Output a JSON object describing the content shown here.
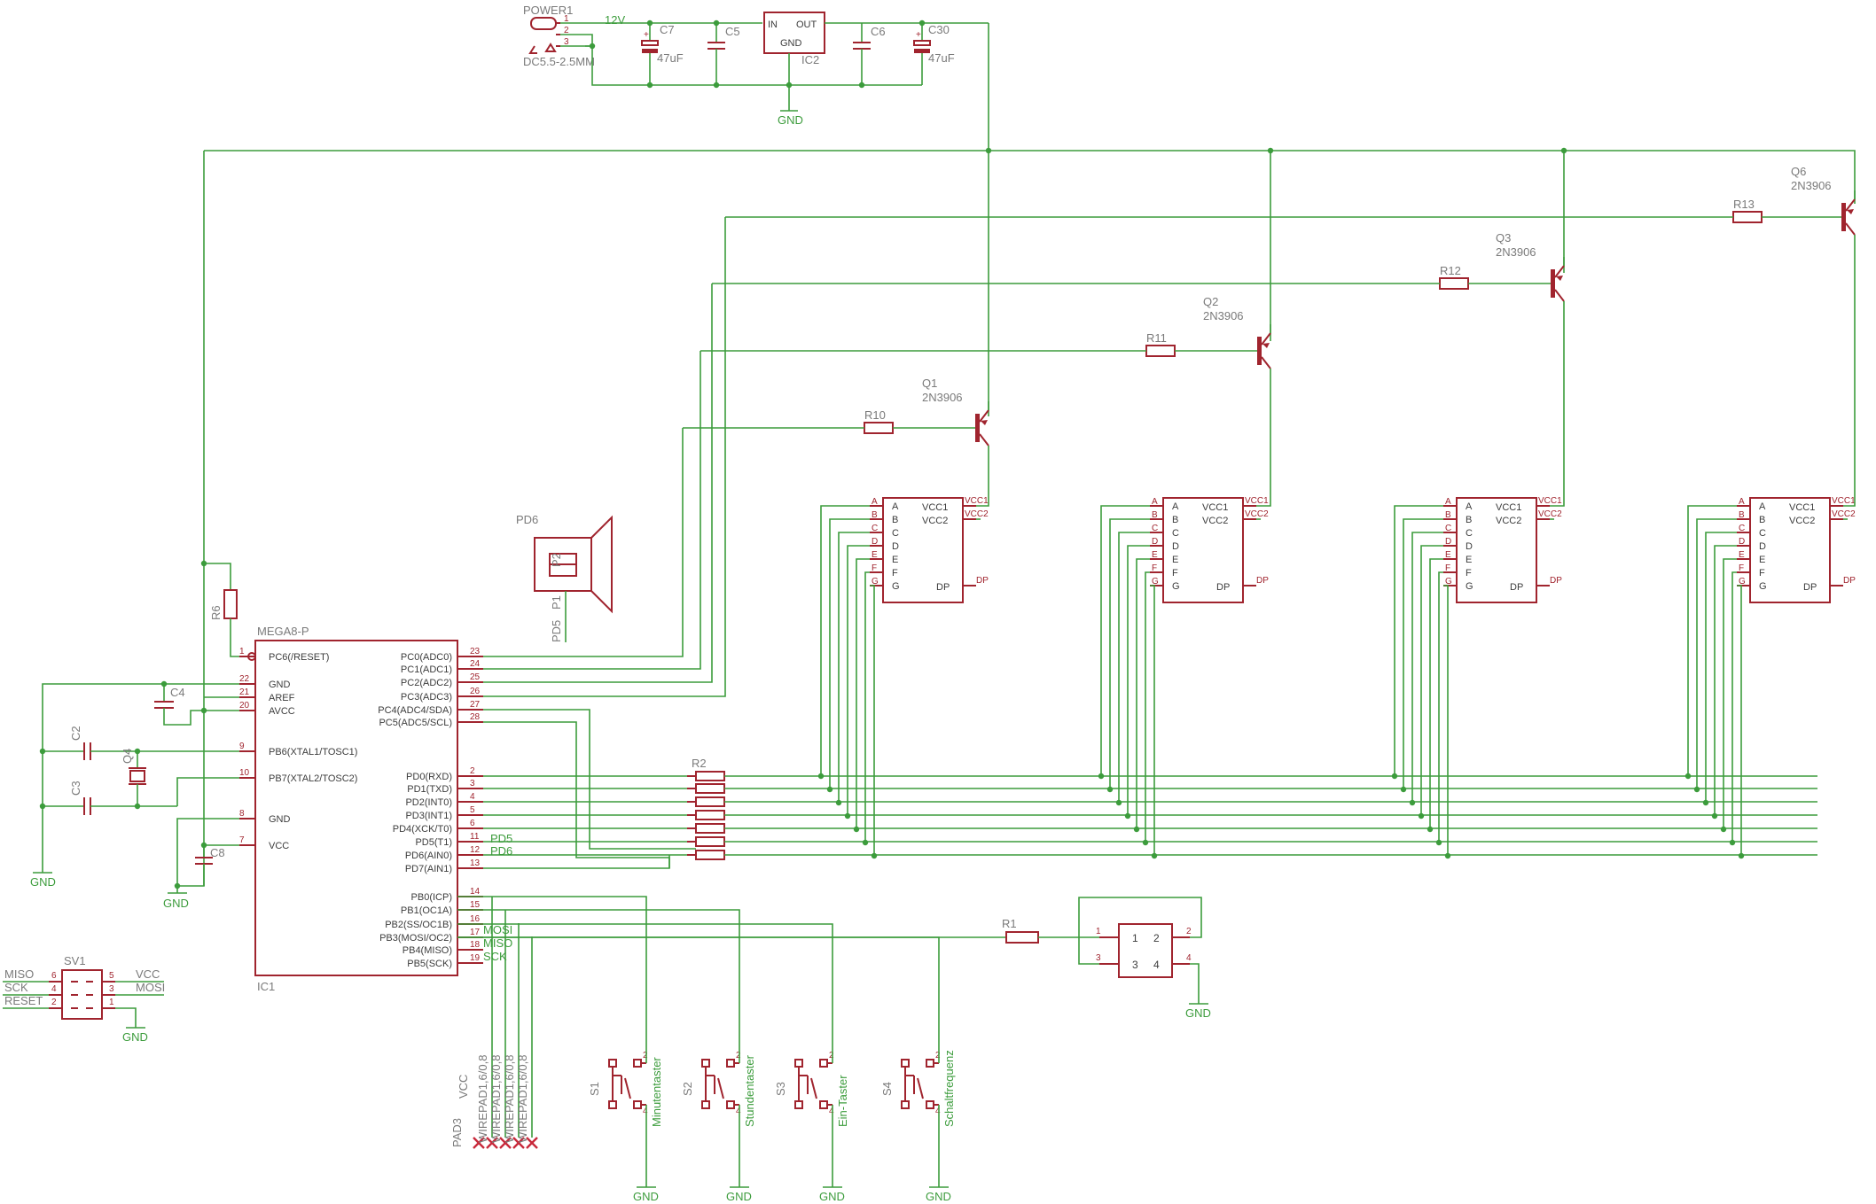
{
  "power": {
    "name": "POWER1",
    "value": "DC5.5-2.5MM",
    "voltage": "12V",
    "pins": [
      "1",
      "2",
      "3"
    ]
  },
  "regulator": {
    "name": "IC2",
    "pin_in": "IN",
    "pin_out": "OUT",
    "pin_gnd": "GND"
  },
  "caps": {
    "c7": "C7",
    "c7v": "47uF",
    "c5": "C5",
    "c6": "C6",
    "c30": "C30",
    "c30v": "47uF",
    "c4": "C4",
    "c2": "C2",
    "c3": "C3",
    "c8": "C8"
  },
  "gnd": "GND",
  "vcc": "VCC",
  "quartz": "Q4",
  "r6": "R6",
  "speaker": {
    "name": "PD6",
    "pd5": "PD5",
    "p1": "P1",
    "p2": "P2"
  },
  "transistors": [
    {
      "name": "Q1",
      "type": "2N3906",
      "r": "R10"
    },
    {
      "name": "Q2",
      "type": "2N3906",
      "r": "R11"
    },
    {
      "name": "Q3",
      "type": "2N3906",
      "r": "R12"
    },
    {
      "name": "Q6",
      "type": "2N3906",
      "r": "R13"
    }
  ],
  "display": {
    "left_pins": [
      "A",
      "B",
      "C",
      "D",
      "E",
      "F",
      "G"
    ],
    "vcc1": "VCC1",
    "vcc2": "VCC2",
    "dp": "DP"
  },
  "mcu": {
    "name": "IC1",
    "value": "MEGA8-P",
    "left_pins": [
      {
        "num": "1",
        "name": "PC6(/RESET)"
      },
      {
        "num": "22",
        "name": "GND"
      },
      {
        "num": "21",
        "name": "AREF"
      },
      {
        "num": "20",
        "name": "AVCC"
      },
      {
        "num": "9",
        "name": "PB6(XTAL1/TOSC1)"
      },
      {
        "num": "10",
        "name": "PB7(XTAL2/TOSC2)"
      },
      {
        "num": "8",
        "name": "GND"
      },
      {
        "num": "7",
        "name": "VCC"
      }
    ],
    "right_pins": [
      {
        "num": "23",
        "name": "PC0(ADC0)"
      },
      {
        "num": "24",
        "name": "PC1(ADC1)"
      },
      {
        "num": "25",
        "name": "PC2(ADC2)"
      },
      {
        "num": "26",
        "name": "PC3(ADC3)"
      },
      {
        "num": "27",
        "name": "PC4(ADC4/SDA)"
      },
      {
        "num": "28",
        "name": "PC5(ADC5/SCL)"
      },
      {
        "num": "2",
        "name": "PD0(RXD)"
      },
      {
        "num": "3",
        "name": "PD1(TXD)"
      },
      {
        "num": "4",
        "name": "PD2(INT0)"
      },
      {
        "num": "5",
        "name": "PD3(INT1)"
      },
      {
        "num": "6",
        "name": "PD4(XCK/T0)"
      },
      {
        "num": "11",
        "name": "PD5(T1)"
      },
      {
        "num": "12",
        "name": "PD6(AIN0)"
      },
      {
        "num": "13",
        "name": "PD7(AIN1)"
      },
      {
        "num": "14",
        "name": "PB0(ICP)"
      },
      {
        "num": "15",
        "name": "PB1(OC1A)"
      },
      {
        "num": "16",
        "name": "PB2(SS/OC1B)"
      },
      {
        "num": "17",
        "name": "PB3(MOSI/OC2)"
      },
      {
        "num": "18",
        "name": "PB4(MISO)"
      },
      {
        "num": "19",
        "name": "PB5(SCK)"
      }
    ],
    "net_pd5": "PD5",
    "net_pd6": "PD6",
    "net_mosi": "MOSI",
    "net_miso": "MISO",
    "net_sck": "SCK"
  },
  "r2": "R2",
  "r1": "R1",
  "optocoupler": {
    "pins": [
      "1",
      "2",
      "3",
      "4"
    ]
  },
  "sv1": {
    "name": "SV1",
    "left": [
      "MISO",
      "SCK",
      "RESET"
    ],
    "right": [
      "VCC",
      "MOSI"
    ],
    "lnums": [
      "6",
      "4",
      "2"
    ],
    "rnums": [
      "5",
      "3",
      "1"
    ]
  },
  "pads": {
    "pad3": "PAD3",
    "labels": [
      "WIREPAD1,6/0,8",
      "WIREPAD1,6/0,8",
      "WIREPAD1,6/0,8",
      "WIREPAD1,6/0,8"
    ],
    "vcc": "VCC"
  },
  "switches": [
    {
      "name": "S1",
      "net": "Minutentaster"
    },
    {
      "name": "S2",
      "net": "Stundentaster"
    },
    {
      "name": "S3",
      "net": "Ein-Taster"
    },
    {
      "name": "S4",
      "net": "Schaltfrequenz"
    }
  ]
}
